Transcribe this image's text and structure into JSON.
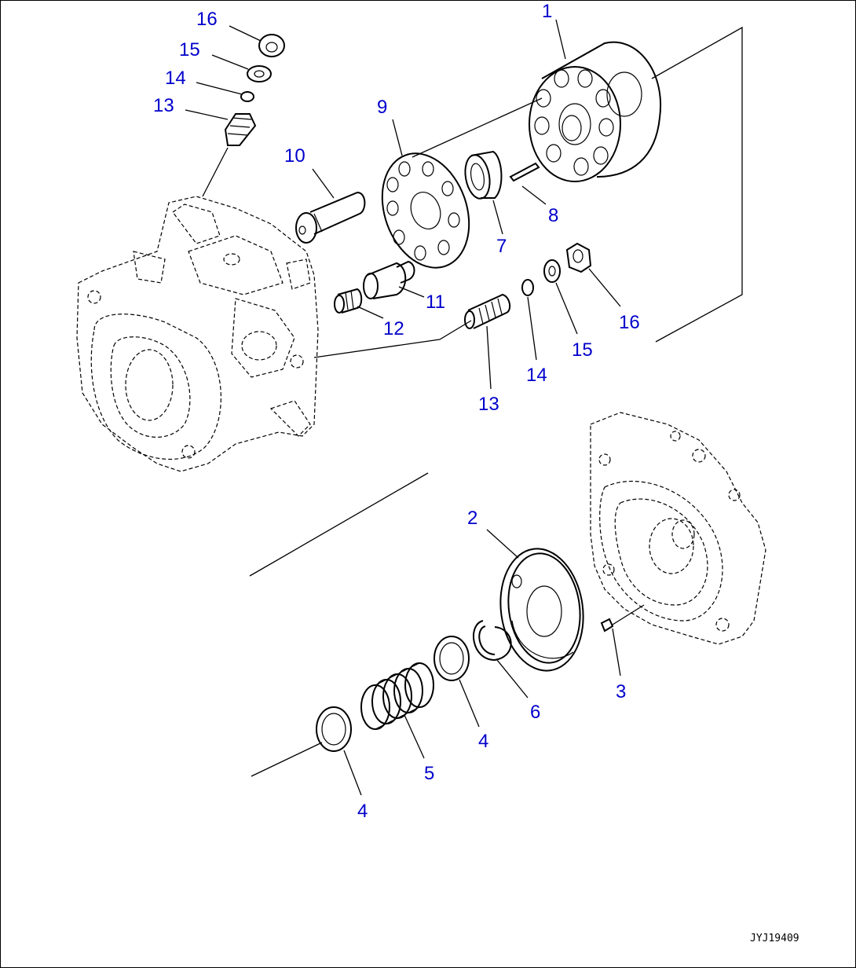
{
  "diagram": {
    "labels": {
      "l1": "1",
      "l2": "2",
      "l3": "3",
      "l4a": "4",
      "l4b": "4",
      "l5": "5",
      "l6": "6",
      "l7": "7",
      "l8": "8",
      "l9": "9",
      "l10": "10",
      "l11": "11",
      "l12": "12",
      "l13a": "13",
      "l13b": "13",
      "l14a": "14",
      "l14b": "14",
      "l15a": "15",
      "l15b": "15",
      "l16a": "16",
      "l16b": "16"
    },
    "drawing_code": "JYJ19409"
  }
}
